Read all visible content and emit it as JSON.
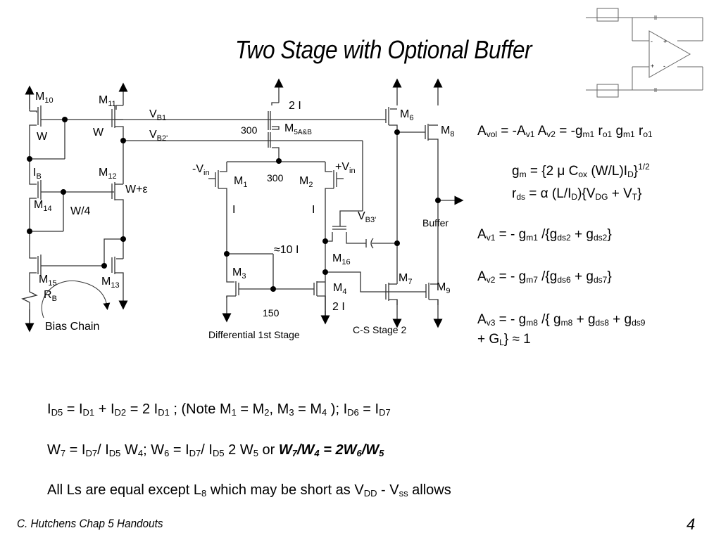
{
  "slide": {
    "title": "Two Stage with Optional Buffer",
    "footer_left": "C. Hutchens Chap 5 Handouts",
    "page_number": "4"
  },
  "schematic": {
    "labels": {
      "m10": "M",
      "m10_sub": "10",
      "m11": "M",
      "m11_sub": "11",
      "m12": "M",
      "m12_sub": "12",
      "m13": "M",
      "m13_sub": "13",
      "m14": "M",
      "m14_sub": "14",
      "m15": "M",
      "m15_sub": "15",
      "w10": "W",
      "w11": "W",
      "w12": "W+ε",
      "w14": "W/4",
      "ib": "I",
      "ib_sub": "B",
      "rb": "R",
      "rb_sub": "B",
      "bias_chain": "Bias Chain",
      "vb1": "V",
      "vb1_sub": "B1",
      "vb2": "V",
      "vb2_sub": "B2'",
      "vb3": "V",
      "vb3_sub": "B3'",
      "m5": "M",
      "m5_sub": "5A&B",
      "m5_current": "2 I",
      "m5_width": "300",
      "m1": "M",
      "m1_sub": "1",
      "m2": "M",
      "m2_sub": "2",
      "m12_width": "300",
      "vin_neg": "-V",
      "vin_neg_sub": "in",
      "vin_pos": "+V",
      "vin_pos_sub": "in",
      "i_left": "I",
      "i_right": "I",
      "m3": "M",
      "m3_sub": "3",
      "m4": "M",
      "m4_sub": "4",
      "m34_current": "≈10 I",
      "m3_width": "150",
      "m4_current": "2 I",
      "m16": "M",
      "m16_sub": "16",
      "m6": "M",
      "m6_sub": "6",
      "m7": "M",
      "m7_sub": "7",
      "m8": "M",
      "m8_sub": "8",
      "m9": "M",
      "m9_sub": "9",
      "buffer": "Buffer",
      "stage1": "Differential 1st Stage",
      "stage2": "C-S Stage 2"
    },
    "inset": {
      "minus_top": "-",
      "plus_top": "+",
      "plus_bottom": "+",
      "minus_bottom": "-"
    }
  },
  "equations": {
    "avol": {
      "A": "A",
      "sub": "vol",
      "rest1": " = -A",
      "s1": "v1",
      "rest2": " A",
      "s2": "v2",
      "rest3": " = -g",
      "s3": "m1",
      "rest4": " r",
      "s4": "o1",
      "rest5": " g",
      "s5": "m1",
      "rest6": " r",
      "s6": "o1"
    },
    "gm": {
      "a": "g",
      "s1": "m",
      "b": " = {2 μ C",
      "s2": "ox",
      "c": " (W/L)I",
      "s3": "D",
      "d": "}",
      "sup": "1/2"
    },
    "rds": {
      "a": "r",
      "s1": "ds",
      "b": " = α (L/I",
      "s2": "D",
      "c": "){V",
      "s3": "DG",
      "d": " + V",
      "s4": "T",
      "e": "}"
    },
    "av1": {
      "a": "A",
      "s1": "v1",
      "b": " = - g",
      "s2": "m1",
      "c": " /{g",
      "s3": "ds2",
      "d": " + g",
      "s4": "ds2",
      "e": "}"
    },
    "av2": {
      "a": "A",
      "s1": "v2",
      "b": " = - g",
      "s2": "m7",
      "c": " /{g",
      "s3": "ds6",
      "d": " + g",
      "s4": "ds7",
      "e": "}"
    },
    "av3": {
      "a": "A",
      "s1": "v3",
      "b": " = - g",
      "s2": "m8",
      "c": " /{ g",
      "s3": "m8",
      "d": " + g",
      "s4": "ds8",
      "e": " + g",
      "s5": "ds9",
      "line2a": "+ G",
      "line2s": "L",
      "line2b": "} ≈ 1"
    }
  },
  "notes": {
    "line1": {
      "a": "I",
      "s1": "D5",
      "b": " = I",
      "s2": "D1",
      "c": " + I",
      "s3": "D2",
      "d": " = 2 I",
      "s4": "D1",
      "e": " ; (Note M",
      "s5": "1",
      "f": " = M",
      "s6": "2",
      "g": ", M",
      "s7": "3",
      "h": " = M",
      "s8": "4",
      "i": " ); I",
      "s9": "D6",
      "j": " = I",
      "s10": "D7"
    },
    "line2": {
      "a": "W",
      "s1": "7",
      "b": " = I",
      "s2": "D7",
      "c": "/ I",
      "s3": "D5",
      "d": " W",
      "s4": "4",
      "e": "; W",
      "s5": "6",
      "f": " = I",
      "s6": "D7",
      "g": "/ I",
      "s7": "D5",
      "h": " 2 W",
      "s8": "5",
      "i": " or ",
      "bold_a": "W",
      "bs1": "7",
      "bold_b": "/W",
      "bs2": "4",
      "bold_c": " = 2W",
      "bs3": "6",
      "bold_d": "/W",
      "bs4": "5"
    },
    "line3": {
      "a": "All Ls are equal except L",
      "s1": "8",
      "b": " which may be short as V",
      "s2": "DD",
      "c": " - V",
      "s3": "ss",
      "d": " allows"
    }
  }
}
